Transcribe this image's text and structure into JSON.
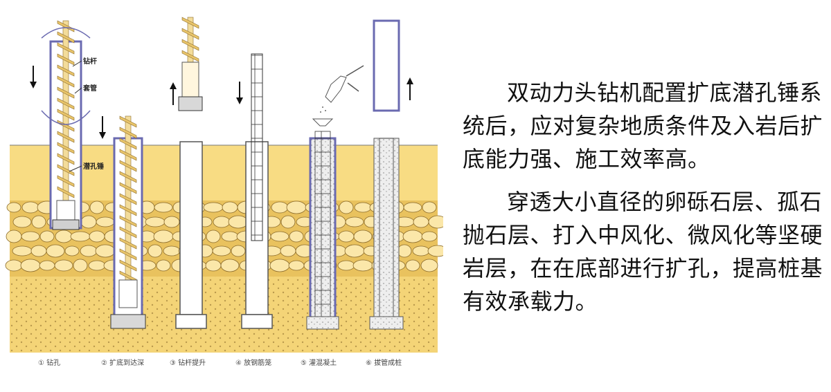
{
  "colors": {
    "sand": "#f8dc83",
    "gravel": "#e9c25e",
    "pebble": "#fbe7a9",
    "bottom": "#f4d477",
    "auger": "#e8c46a",
    "casing": "#6a6ab0"
  },
  "labels": {
    "drill_rod": "钻杆",
    "casing": "套管",
    "dth_hammer": "潜孔锤"
  },
  "steps": [
    "① 钻孔",
    "② 扩底到达深",
    "③ 钻杆提升",
    "④ 放钢筋笼",
    "⑤ 灌混凝土",
    "⑥ 拔管成桩"
  ],
  "paragraphs": [
    "双动力头钻机配置扩底潜孔锤系统后，应对复杂地质条件及入岩后扩底能力强、施工效率高。",
    "穿透大小直径的卵砾石层、孤石抛石层、打入中风化、微风化等坚硬岩层，在在底部进行扩孔，提高桩基有效承载力。"
  ]
}
